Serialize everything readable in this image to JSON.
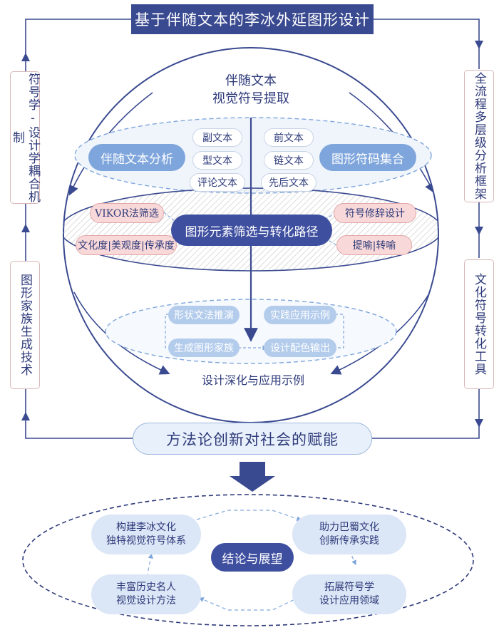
{
  "title": "基于伴随文本的李冰外延图形设计",
  "left_top_box": "符号学-设计学耦合机制",
  "left_bottom_box": "图形家族生成技术",
  "right_top_box": "全流程多层级分析框架",
  "right_bottom_box": "文化符号转化工具",
  "sphere": {
    "top_title_line1": "伴随文本",
    "top_title_line2": "视觉符号提取",
    "analysis_label": "伴随文本分析",
    "symbol_set_label": "图形符码集合",
    "text_types": [
      "副文本",
      "前文本",
      "型文本",
      "链文本",
      "评论文本",
      "先后文本"
    ],
    "vikor_label": "VIKOR法筛选",
    "criteria_label": "文化度|美观度|传承度",
    "core_label": "图形元素筛选与转化路径",
    "rhetoric_label": "符号修辞设计",
    "metaphor_label": "提喻|转喻",
    "workflow_items": [
      "形状文法推演",
      "实践应用示例",
      "生成图形家族",
      "设计配色输出"
    ],
    "bottom_label": "设计深化与应用示例"
  },
  "method_label": "方法论创新对社会的赋能",
  "conclusion": {
    "center_label": "结论与展望",
    "outcome_top_left_line1": "构建李冰文化",
    "outcome_top_left_line2": "独特视觉符号体系",
    "outcome_top_right_line1": "助力巴蜀文化",
    "outcome_top_right_line2": "创新传承实践",
    "outcome_bottom_left_line1": "丰富历史名人",
    "outcome_bottom_left_line2": "视觉设计方法",
    "outcome_bottom_right_line1": "拓展符号学",
    "outcome_bottom_right_line2": "设计应用领域"
  },
  "colors": {
    "navy": "#3a4a90",
    "mid_blue": "#7fa6dc",
    "light_blue": "#b4ccec",
    "pale_blue": "#dbe6f6",
    "pink": "#f8d8d8",
    "line": "#2e3a7a"
  }
}
